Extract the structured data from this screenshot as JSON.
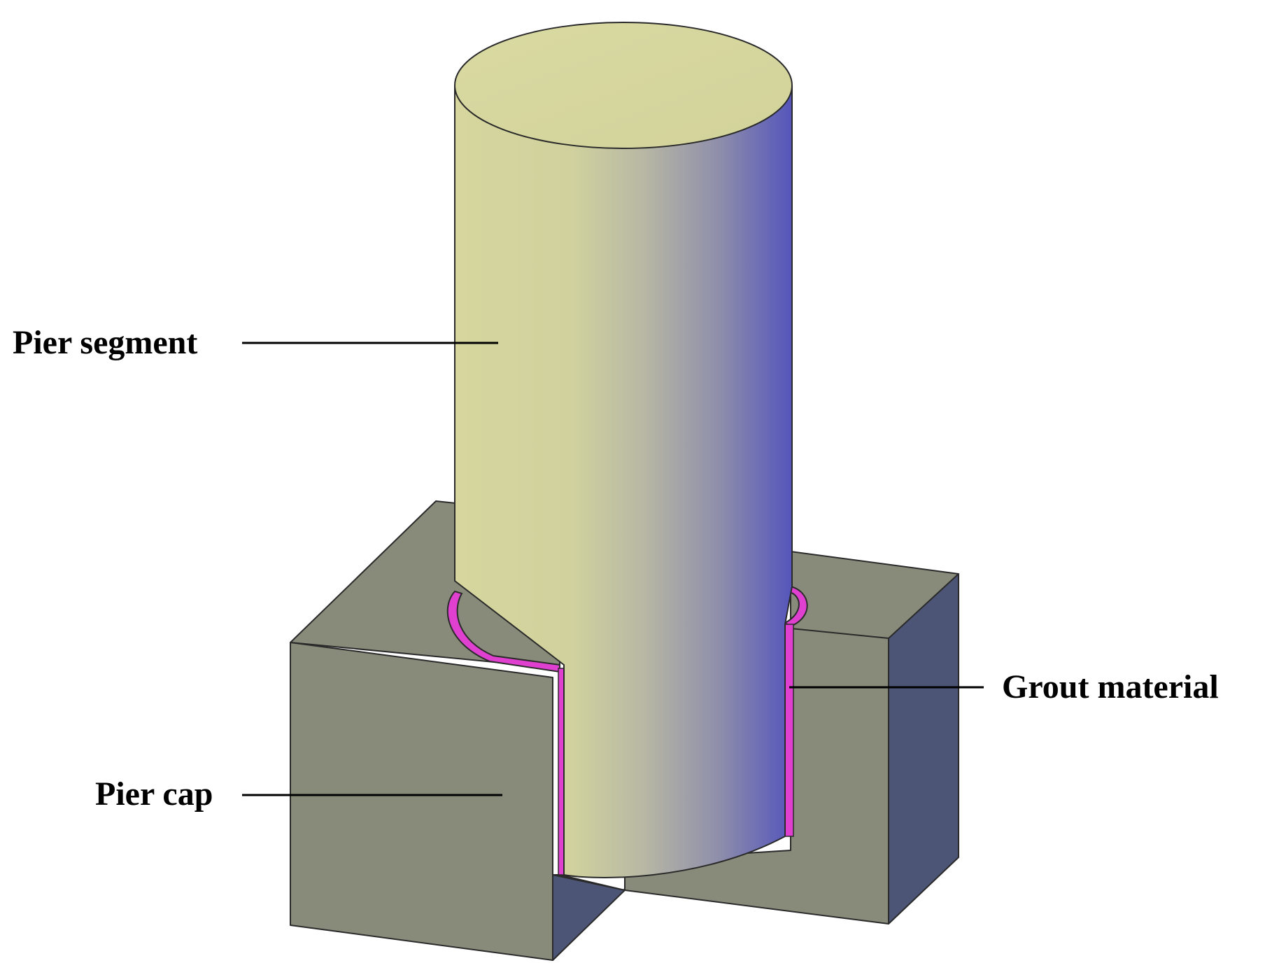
{
  "labels": {
    "pier_segment": "Pier segment",
    "pier_cap": "Pier cap",
    "grout_material": "Grout material"
  },
  "colors": {
    "cap_face": "#888a7a",
    "cap_side": "#4c5575",
    "cylinder_light": "#d6d69e",
    "cylinder_dark": "#5a5ab8",
    "grout": "#e040d0",
    "background": "#ffffff"
  }
}
